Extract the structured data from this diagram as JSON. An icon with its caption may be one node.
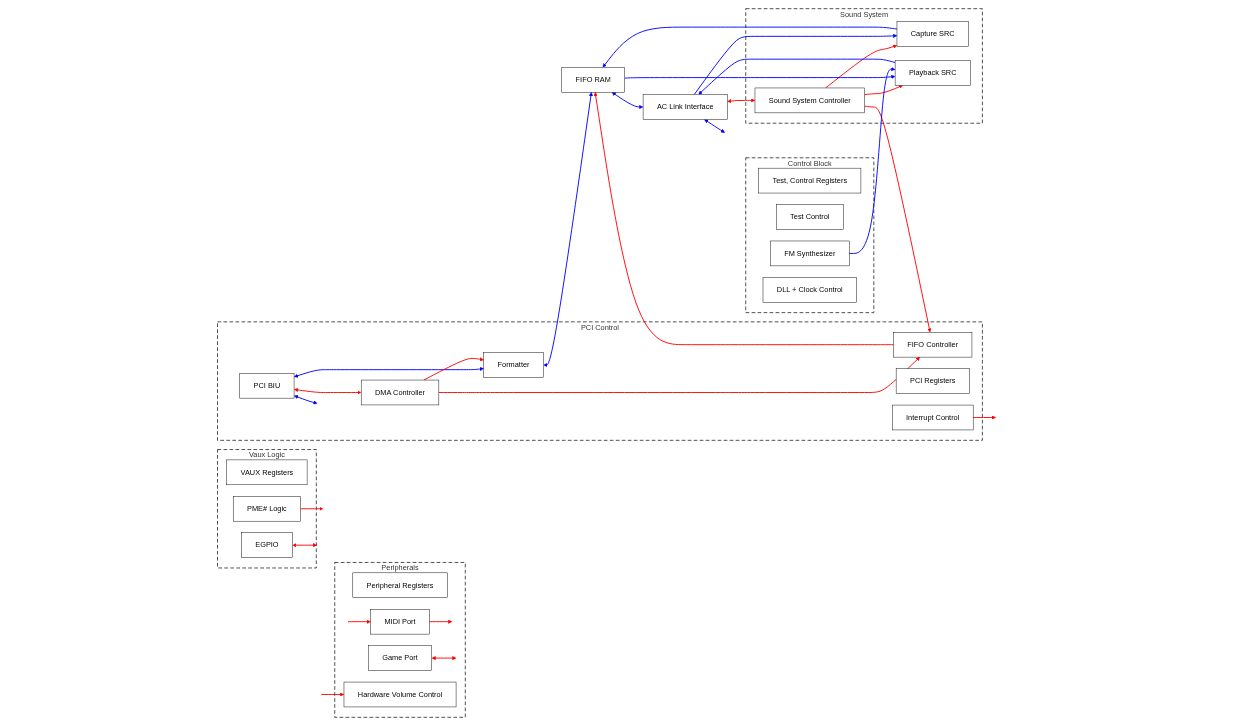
{
  "diagram": {
    "nodes": [
      {
        "text": [
          "PCI Control"
        ]
      },
      {
        "text": [
          "PCI BIU"
        ],
        "in": 0
      },
      {
        "text": [
          "Formatter"
        ],
        "in": 0
      },
      {
        "text": [
          "DMA Controller"
        ],
        "in": 0
      },
      {
        "text": [
          "FIFO Controller"
        ],
        "in": 0
      },
      {
        "text": [
          "PCI Registers"
        ],
        "in": 0
      },
      {
        "text": [
          "Interrupt Control"
        ],
        "in": 0
      },
      {
        "text": [
          "FIFO RAM"
        ]
      },
      {
        "text": [
          "Sound System"
        ]
      },
      {
        "text": [
          "Capture SRC"
        ],
        "in": 8
      },
      {
        "text": [
          "Playback SRC"
        ],
        "in": 8
      },
      {
        "text": [
          "Sound System Controller"
        ],
        "in": 8
      },
      {
        "text": [
          "AC Link Interface"
        ]
      },
      {
        "text": [
          "Vaux Logic"
        ]
      },
      {
        "text": [
          "VAUX Registers"
        ],
        "in": 13
      },
      {
        "text": [
          "PME# Logic"
        ],
        "in": 13
      },
      {
        "text": [
          "EGPIO"
        ],
        "in": 13
      },
      {
        "text": [
          "Control Block"
        ]
      },
      {
        "text": [
          "Test, Control Registers"
        ],
        "in": 17
      },
      {
        "text": [
          "Test Control"
        ],
        "in": 17
      },
      {
        "text": [
          "FM Synthesizer"
        ],
        "in": 17
      },
      {
        "text": [
          "DLL + Clock Control"
        ],
        "in": 17
      },
      {
        "text": [
          "Peripherals"
        ]
      },
      {
        "text": [
          "Peripheral Registers"
        ],
        "in": 22
      },
      {
        "text": [
          "MIDI Port"
        ],
        "in": 22
      },
      {
        "text": [
          "Game Port"
        ],
        "in": 22
      },
      {
        "text": [
          "Hardware Volume Control"
        ],
        "in": 22
      }
    ],
    "edges": [
      {
        "from": 1,
        "to": null,
        "arrow": "both",
        "color": "#0000ff"
      },
      {
        "from": 1,
        "to": 2,
        "arrow": "both",
        "color": "#0000ff"
      },
      {
        "from": 2,
        "to": 7,
        "arrow": "both",
        "color": "#0000ff"
      },
      {
        "from": 3,
        "to": 2,
        "arrow": "to",
        "color": "#ff0000"
      },
      {
        "from": 1,
        "to": 3,
        "arrow": "both",
        "color": "#ff0000"
      },
      {
        "from": 3,
        "to": 4,
        "arrow": "to",
        "color": "#ff0000"
      },
      {
        "from": 4,
        "to": 7,
        "arrow": "to",
        "color": "#ff0000"
      },
      {
        "from": 11,
        "to": 4,
        "arrow": "to",
        "color": "#ff0000"
      },
      {
        "from": 11,
        "to": 9,
        "arrow": "to",
        "color": "#ff0000"
      },
      {
        "from": 11,
        "to": 10,
        "arrow": "to",
        "color": "#ff0000"
      },
      {
        "from": 12,
        "to": 11,
        "arrow": "both",
        "color": "#ff0000"
      },
      {
        "from": 9,
        "to": 7,
        "arrow": "to",
        "color": "#0000ff"
      },
      {
        "from": 12,
        "to": 9,
        "arrow": "to",
        "color": "#0000ff"
      },
      {
        "from": 7,
        "to": 12,
        "arrow": "both",
        "color": "#0000ff"
      },
      {
        "from": 7,
        "to": 10,
        "arrow": "to",
        "color": "#0000ff"
      },
      {
        "from": 10,
        "to": 12,
        "arrow": "to",
        "color": "#0000ff"
      },
      {
        "from": 20,
        "to": 10,
        "arrow": "to",
        "color": "#0000ff"
      },
      {
        "from": 12,
        "to": null,
        "arrow": "both",
        "color": "#0000ff"
      },
      {
        "from": 15,
        "to": null,
        "arrow": "to",
        "color": "#ff0000"
      },
      {
        "from": 16,
        "to": null,
        "arrow": "both",
        "color": "#ff0000"
      },
      {
        "from": 6,
        "to": null,
        "arrow": "to",
        "color": "#ff0000"
      },
      {
        "from": 24,
        "to": null,
        "arrow": "to",
        "color": "#ff0000"
      },
      {
        "from": null,
        "to": 24,
        "arrow": "to",
        "color": "#ff0000"
      },
      {
        "from": 25,
        "to": null,
        "arrow": "both",
        "color": "#ff0000"
      },
      {
        "from": null,
        "to": 26,
        "arrow": "to",
        "color": "#ff0000"
      }
    ]
  }
}
